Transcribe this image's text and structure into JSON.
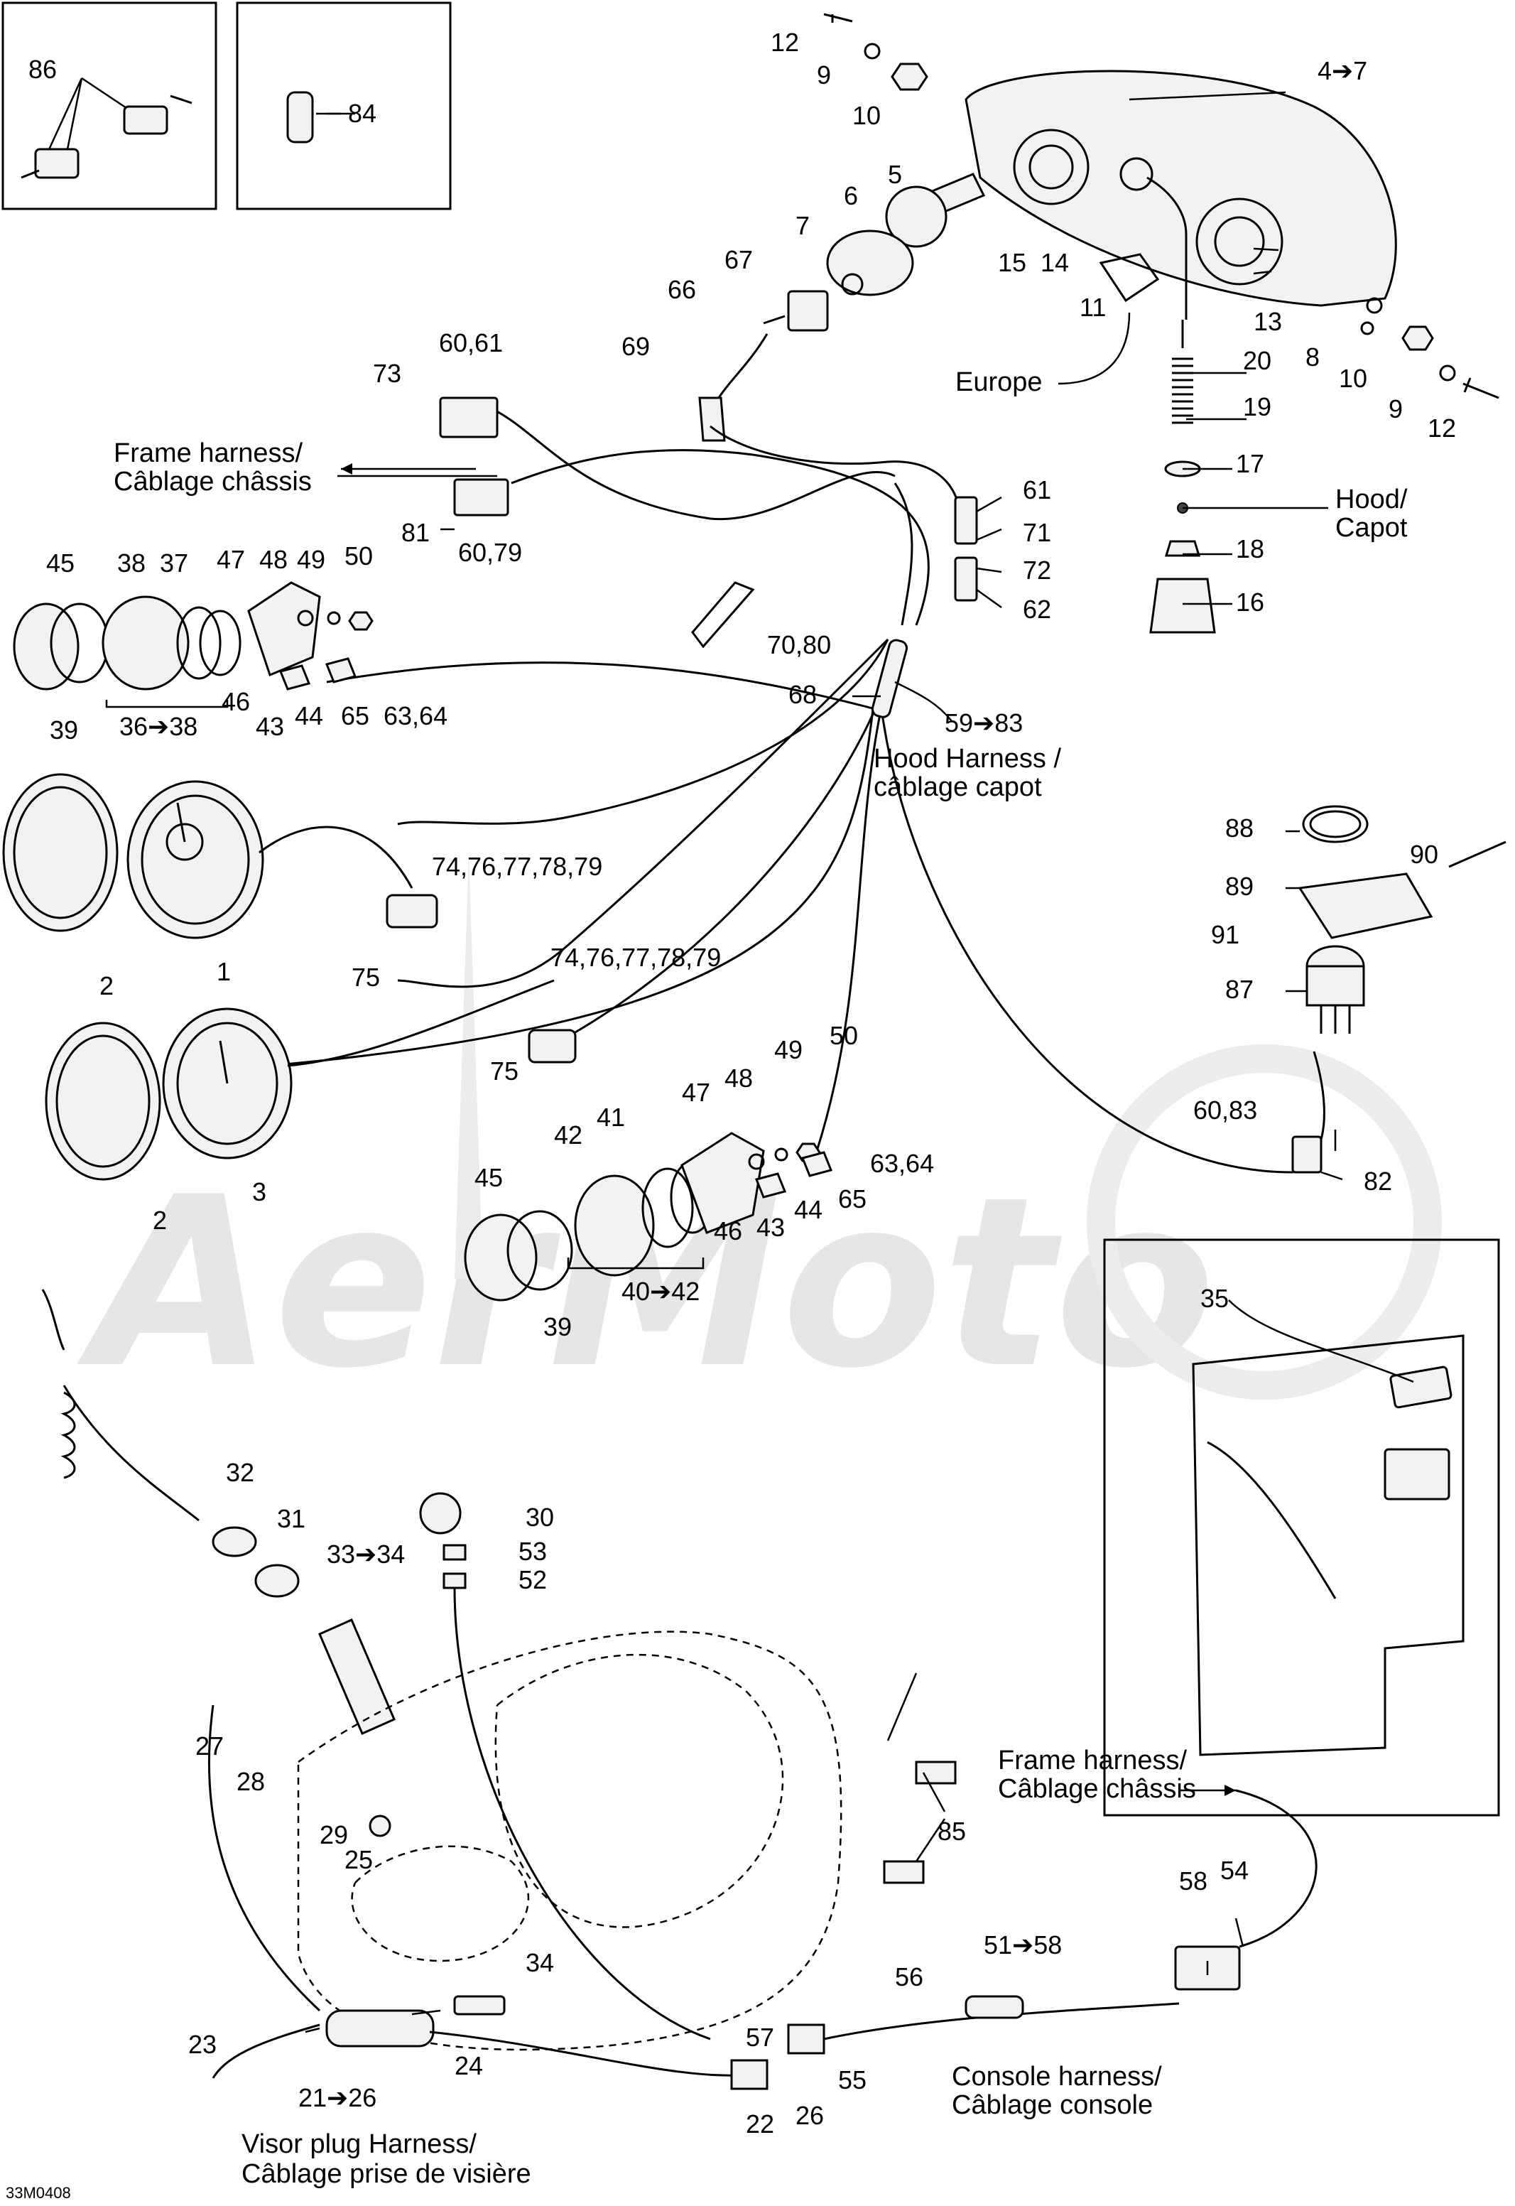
{
  "watermark": "AerMoto",
  "drawing_code": "33M0408",
  "notes": {
    "europe": "Europe",
    "hood_capot_1": "Hood/",
    "hood_capot_2": "Capot",
    "frame_harness_top_1": "Frame harness/",
    "frame_harness_top_2": "Câblage châssis",
    "hood_harness_1": "Hood Harness /",
    "hood_harness_2": "câblage capot",
    "frame_harness_bottom_1": "Frame harness/",
    "frame_harness_bottom_2": "Câblage châssis",
    "console_harness_1": "Console harness/",
    "console_harness_2": "Câblage console",
    "visor_harness_1": "Visor plug Harness/",
    "visor_harness_2": "Câblage prise de visière"
  },
  "parts": [
    {
      "id": "p86",
      "text": "86"
    },
    {
      "id": "p84",
      "text": "84"
    },
    {
      "id": "p12a",
      "text": "12"
    },
    {
      "id": "p9a",
      "text": "9"
    },
    {
      "id": "p10a",
      "text": "10"
    },
    {
      "id": "p4-7",
      "text": "4➔7"
    },
    {
      "id": "p5",
      "text": "5"
    },
    {
      "id": "p6",
      "text": "6"
    },
    {
      "id": "p7",
      "text": "7"
    },
    {
      "id": "p67",
      "text": "67"
    },
    {
      "id": "p66",
      "text": "66"
    },
    {
      "id": "p15",
      "text": "15"
    },
    {
      "id": "p14",
      "text": "14"
    },
    {
      "id": "p11",
      "text": "11"
    },
    {
      "id": "p13",
      "text": "13"
    },
    {
      "id": "p8",
      "text": "8"
    },
    {
      "id": "p10b",
      "text": "10"
    },
    {
      "id": "p9b",
      "text": "9"
    },
    {
      "id": "p12b",
      "text": "12"
    },
    {
      "id": "p20",
      "text": "20"
    },
    {
      "id": "p19",
      "text": "19"
    },
    {
      "id": "p17",
      "text": "17"
    },
    {
      "id": "p18",
      "text": "18"
    },
    {
      "id": "p16",
      "text": "16"
    },
    {
      "id": "p69",
      "text": "69"
    },
    {
      "id": "p73",
      "text": "73"
    },
    {
      "id": "p60-61",
      "text": "60,61"
    },
    {
      "id": "p81",
      "text": "81"
    },
    {
      "id": "p60-79",
      "text": "60,79"
    },
    {
      "id": "p61",
      "text": "61"
    },
    {
      "id": "p71",
      "text": "71"
    },
    {
      "id": "p72",
      "text": "72"
    },
    {
      "id": "p62",
      "text": "62"
    },
    {
      "id": "p70-80",
      "text": "70,80"
    },
    {
      "id": "p68",
      "text": "68"
    },
    {
      "id": "p59-83",
      "text": "59➔83"
    },
    {
      "id": "p45a",
      "text": "45"
    },
    {
      "id": "p38",
      "text": "38"
    },
    {
      "id": "p37",
      "text": "37"
    },
    {
      "id": "p47a",
      "text": "47"
    },
    {
      "id": "p48a",
      "text": "48"
    },
    {
      "id": "p49a",
      "text": "49"
    },
    {
      "id": "p50a",
      "text": "50"
    },
    {
      "id": "p39a",
      "text": "39"
    },
    {
      "id": "p36-38",
      "text": "36➔38"
    },
    {
      "id": "p46a",
      "text": "46"
    },
    {
      "id": "p43a",
      "text": "43"
    },
    {
      "id": "p44a",
      "text": "44"
    },
    {
      "id": "p65a",
      "text": "65"
    },
    {
      "id": "p63-64a",
      "text": "63,64"
    },
    {
      "id": "p74a",
      "text": "74,76,77,78,79"
    },
    {
      "id": "p75a",
      "text": "75"
    },
    {
      "id": "p2a",
      "text": "2"
    },
    {
      "id": "p1",
      "text": "1"
    },
    {
      "id": "p74b",
      "text": "74,76,77,78,79"
    },
    {
      "id": "p75b",
      "text": "75"
    },
    {
      "id": "p2b",
      "text": "2"
    },
    {
      "id": "p3",
      "text": "3"
    },
    {
      "id": "p49b",
      "text": "49"
    },
    {
      "id": "p50b",
      "text": "50"
    },
    {
      "id": "p48b",
      "text": "48"
    },
    {
      "id": "p47b",
      "text": "47"
    },
    {
      "id": "p42",
      "text": "42"
    },
    {
      "id": "p41",
      "text": "41"
    },
    {
      "id": "p45b",
      "text": "45"
    },
    {
      "id": "p63-64b",
      "text": "63,64"
    },
    {
      "id": "p65b",
      "text": "65"
    },
    {
      "id": "p44b",
      "text": "44"
    },
    {
      "id": "p43b",
      "text": "43"
    },
    {
      "id": "p46b",
      "text": "46"
    },
    {
      "id": "p40-42",
      "text": "40➔42"
    },
    {
      "id": "p39b",
      "text": "39"
    },
    {
      "id": "p88",
      "text": "88"
    },
    {
      "id": "p90",
      "text": "90"
    },
    {
      "id": "p89",
      "text": "89"
    },
    {
      "id": "p91",
      "text": "91"
    },
    {
      "id": "p87",
      "text": "87"
    },
    {
      "id": "p60-83",
      "text": "60,83"
    },
    {
      "id": "p82",
      "text": "82"
    },
    {
      "id": "p35",
      "text": "35"
    },
    {
      "id": "p32",
      "text": "32"
    },
    {
      "id": "p31",
      "text": "31"
    },
    {
      "id": "p33-34",
      "text": "33➔34"
    },
    {
      "id": "p30",
      "text": "30"
    },
    {
      "id": "p53",
      "text": "53"
    },
    {
      "id": "p52",
      "text": "52"
    },
    {
      "id": "p27",
      "text": "27"
    },
    {
      "id": "p28",
      "text": "28"
    },
    {
      "id": "p29",
      "text": "29"
    },
    {
      "id": "p25",
      "text": "25"
    },
    {
      "id": "p85",
      "text": "85"
    },
    {
      "id": "p58",
      "text": "58"
    },
    {
      "id": "p54",
      "text": "54"
    },
    {
      "id": "p51-58",
      "text": "51➔58"
    },
    {
      "id": "p56",
      "text": "56"
    },
    {
      "id": "p34",
      "text": "34"
    },
    {
      "id": "p57",
      "text": "57"
    },
    {
      "id": "p55",
      "text": "55"
    },
    {
      "id": "p23",
      "text": "23"
    },
    {
      "id": "p24",
      "text": "24"
    },
    {
      "id": "p21-26",
      "text": "21➔26"
    },
    {
      "id": "p22",
      "text": "22"
    },
    {
      "id": "p26",
      "text": "26"
    }
  ]
}
